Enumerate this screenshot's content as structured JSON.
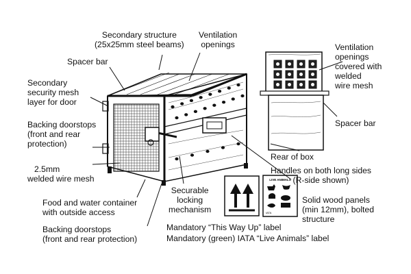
{
  "labels": {
    "secondary_structure": [
      "Secondary structure",
      "(25x25mm steel beams)"
    ],
    "ventilation_openings": [
      "Ventilation",
      "openings"
    ],
    "spacer_bar_top": [
      "Spacer bar"
    ],
    "security_mesh": [
      "Secondary",
      "security mesh",
      "layer for door"
    ],
    "backing_doorstops_left": [
      "Backing doorstops",
      "(front and rear",
      "protection)"
    ],
    "welded_wire_mesh": [
      "2.5mm",
      "welded wire mesh"
    ],
    "food_water": [
      "Food and water container",
      "with outside access"
    ],
    "backing_doorstops_bottom": [
      "Backing doorstops",
      "(front and rear protection)"
    ],
    "locking_mechanism": [
      "Securable",
      "locking",
      "mechanism"
    ],
    "ventilation_covered": [
      "Ventilation",
      "openings",
      "covered with",
      "welded",
      "wire mesh"
    ],
    "spacer_bar_right": [
      "Spacer bar"
    ],
    "rear_of_box": [
      "Rear of box"
    ],
    "handles": [
      "Handles on both long sides",
      "(R-side shown)"
    ],
    "solid_wood": [
      "Solid wood panels",
      "(min 12mm), bolted",
      "structure"
    ],
    "this_way_up": [
      "Mandatory “This Way Up” label"
    ],
    "iata_label": [
      "Mandatory (green) IATA “Live Animals” label"
    ]
  },
  "live_animals_label": {
    "title": "LIVE ANIMALS",
    "footer": "IATA",
    "icons": [
      "dog-icon",
      "bird-icon",
      "cat-icon",
      "turtle-icon",
      "fish-icon",
      "cow-icon"
    ]
  },
  "colors": {
    "line": "#111111",
    "wood": "#ffffff",
    "mesh": "#222222"
  }
}
